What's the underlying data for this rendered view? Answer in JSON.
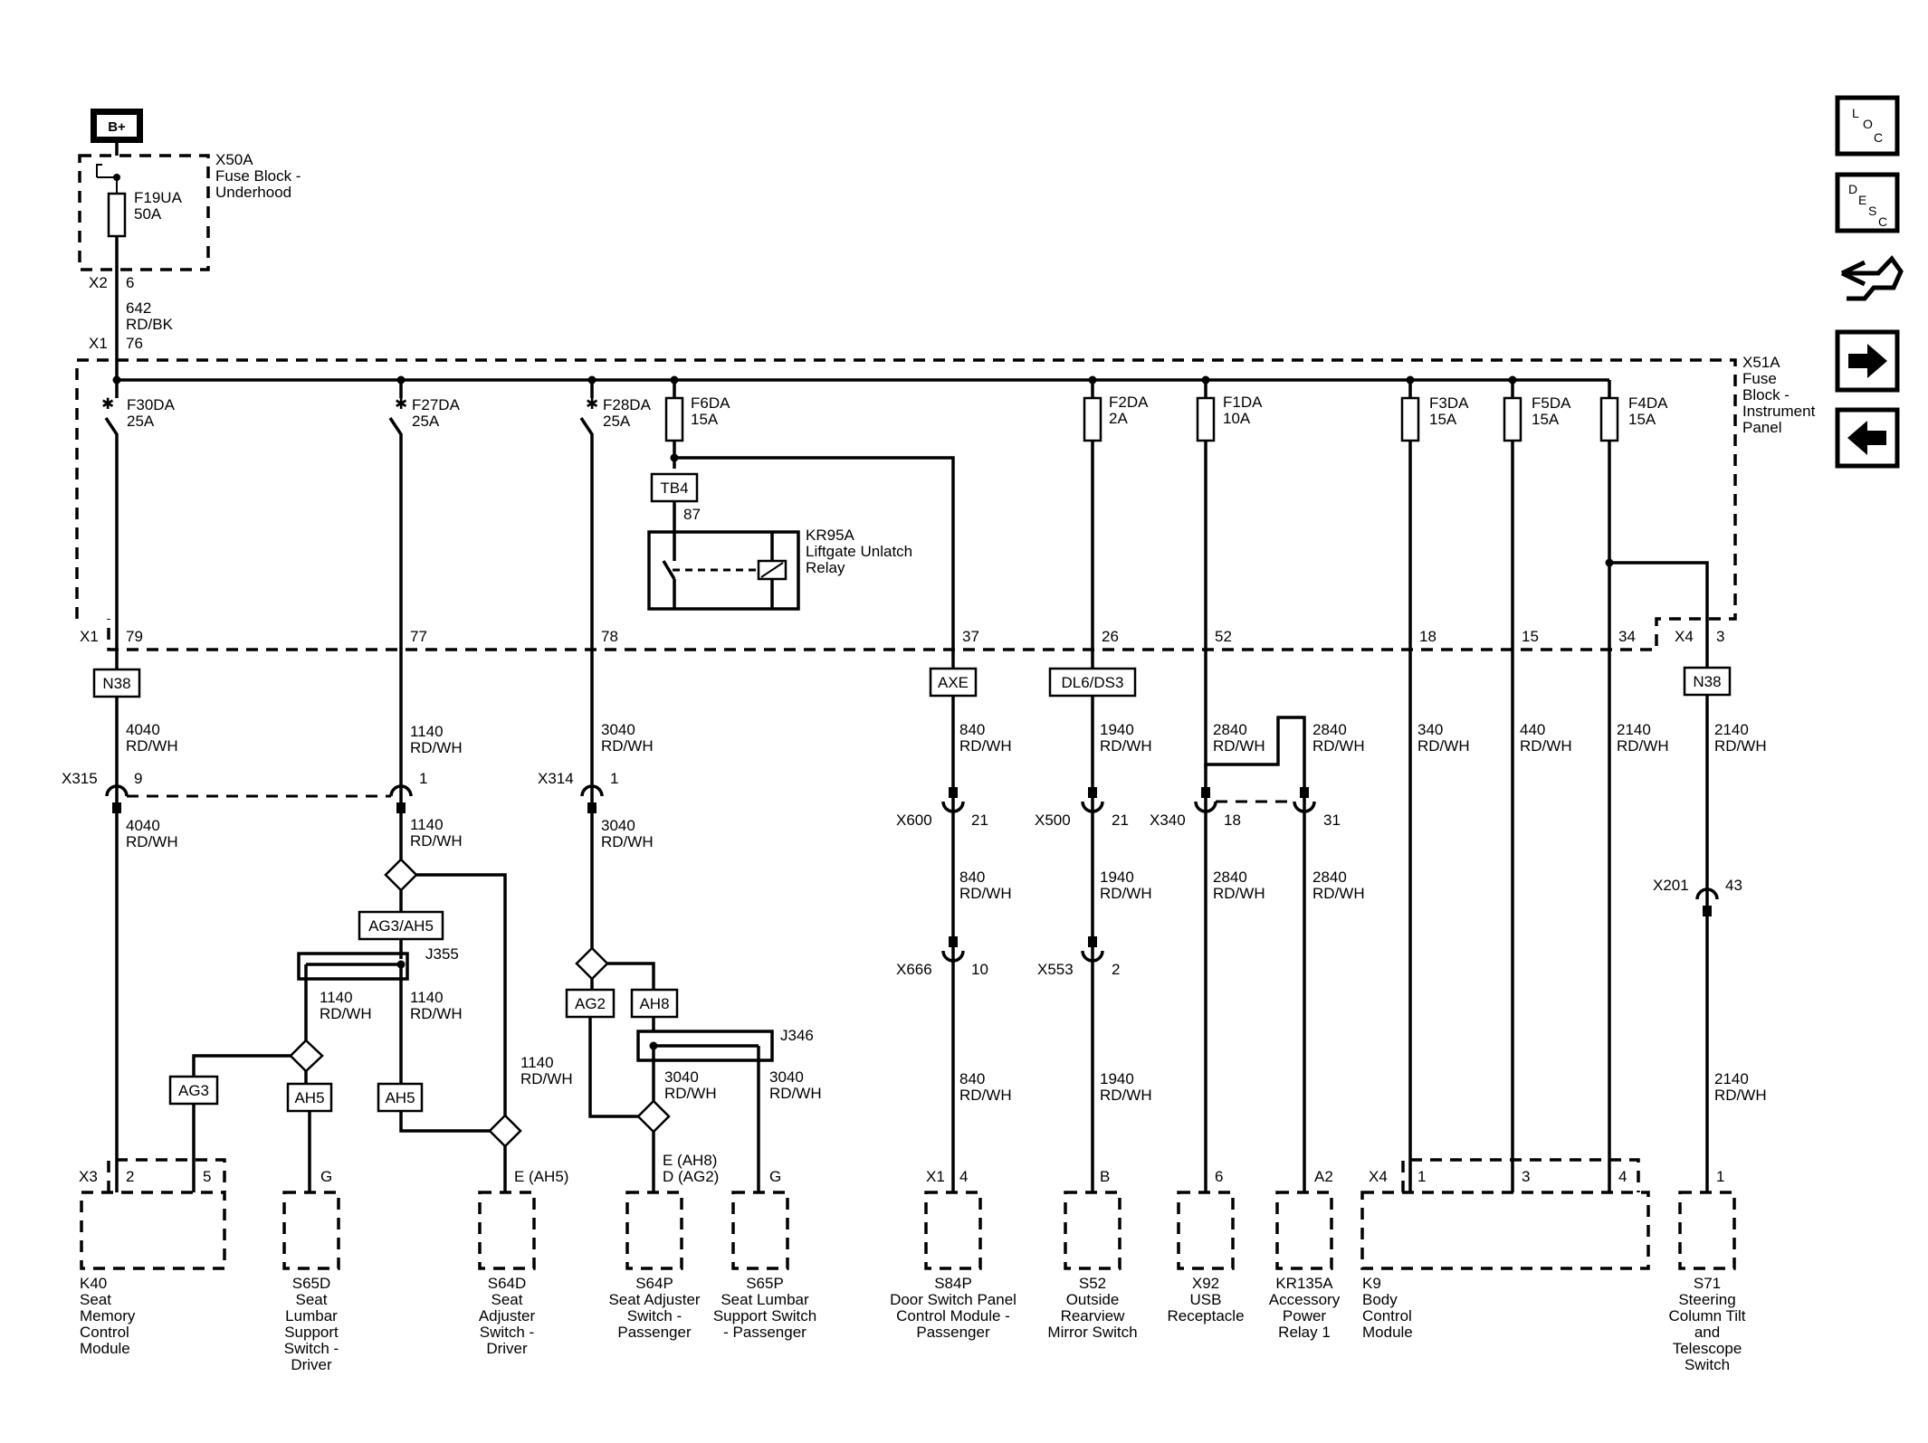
{
  "battery": "B+",
  "fuse_block_underhood": {
    "id": "X50A",
    "name_lines": [
      "Fuse Block -",
      "Underhood"
    ],
    "fuse_id": "F19UA",
    "fuse_rating": "50A",
    "conn_x2": "X2",
    "pin_x2": "6",
    "conn_x1": "X1",
    "pin_x1": "76"
  },
  "feed_wire": {
    "circuit": "642",
    "color": "RD/BK"
  },
  "fuse_block_ip": {
    "id": "X51A",
    "name_lines": [
      "Fuse",
      "Block -",
      "Instrument",
      "Panel"
    ],
    "conn_x1": "X1",
    "conn_x4": "X4",
    "pin_x4": "3"
  },
  "fuses": [
    {
      "id": "F30DA",
      "rating": "25A",
      "pin": "79"
    },
    {
      "id": "F27DA",
      "rating": "25A",
      "pin": "77"
    },
    {
      "id": "F28DA",
      "rating": "25A",
      "pin": "78"
    },
    {
      "id": "F6DA",
      "rating": "15A",
      "pin": "37"
    },
    {
      "id": "F2DA",
      "rating": "2A",
      "pin": "26"
    },
    {
      "id": "F1DA",
      "rating": "10A",
      "pin": "52"
    },
    {
      "id": "F3DA",
      "rating": "15A",
      "pin": "18"
    },
    {
      "id": "F5DA",
      "rating": "15A",
      "pin": "15"
    },
    {
      "id": "F4DA",
      "rating": "15A",
      "pin": "34"
    }
  ],
  "relay": {
    "tb": "TB4",
    "pin": "87",
    "id": "KR95A",
    "name_lines": [
      "Liftgate Unlatch",
      "Relay"
    ]
  },
  "options": {
    "n38a": "N38",
    "n38b": "N38",
    "axe": "AXE",
    "dl6": "DL6/DS3",
    "ag3ah5": "AG3/AH5",
    "ag3": "AG3",
    "ah5a": "AH5",
    "ah5b": "AH5",
    "ag2": "AG2",
    "ah8": "AH8"
  },
  "splices": {
    "j355": "J355",
    "j346": "J346"
  },
  "wires": {
    "c4040": "4040",
    "c1140": "1140",
    "c3040": "3040",
    "c840": "840",
    "c1940": "1940",
    "c2840": "2840",
    "c340": "340",
    "c440": "440",
    "c2140": "2140",
    "color": "RD/WH"
  },
  "inline_connectors": {
    "x315": "X315",
    "x315_pin": "9",
    "x315_pin2": "1",
    "x314": "X314",
    "x314_pin": "1",
    "x600": "X600",
    "x600_pin": "21",
    "x500": "X500",
    "x500_pin": "21",
    "x340": "X340",
    "x340_pin": "18",
    "x340_pin2": "31",
    "x666": "X666",
    "x666_pin": "10",
    "x553": "X553",
    "x553_pin": "2",
    "x201": "X201",
    "x201_pin": "43"
  },
  "component_pins": {
    "k40_conn": "X3",
    "k40_p1": "2",
    "k40_p2": "5",
    "s65d": "G",
    "s64d": "E (AH5)",
    "s64p_a": "E (AH8)",
    "s64p_b": "D (AG2)",
    "s65p": "G",
    "s84p_conn": "X1",
    "s84p": "4",
    "s52": "B",
    "x92": "6",
    "kr135a": "A2",
    "k9_conn": "X4",
    "k9_p1": "1",
    "k9_p2": "3",
    "k9_p3": "4",
    "s71": "1"
  },
  "components": {
    "k40": [
      "K40",
      "Seat",
      "Memory",
      "Control",
      "Module"
    ],
    "s65d": [
      "S65D",
      "Seat",
      "Lumbar",
      "Support",
      "Switch -",
      "Driver"
    ],
    "s64d": [
      "S64D",
      "Seat",
      "Adjuster",
      "Switch -",
      "Driver"
    ],
    "s64p": [
      "S64P",
      "Seat Adjuster",
      "Switch -",
      "Passenger"
    ],
    "s65p": [
      "S65P",
      "Seat Lumbar",
      "Support Switch",
      "- Passenger"
    ],
    "s84p": [
      "S84P",
      "Door Switch Panel",
      "Control Module -",
      "Passenger"
    ],
    "s52": [
      "S52",
      "Outside",
      "Rearview",
      "Mirror Switch"
    ],
    "x92": [
      "X92",
      "USB",
      "Receptacle"
    ],
    "kr135a": [
      "KR135A",
      "Accessory",
      "Power",
      "Relay 1"
    ],
    "k9": [
      "K9",
      "Body",
      "Control",
      "Module"
    ],
    "s71": [
      "S71",
      "Steering",
      "Column Tilt",
      "and",
      "Telescope",
      "Switch"
    ]
  },
  "nav": {
    "loc": [
      "L",
      "O",
      "C"
    ],
    "desc": [
      "D",
      "E",
      "S",
      "C"
    ],
    "icons": [
      "ground-reference-icon",
      "arrow-right-icon",
      "arrow-left-icon"
    ]
  }
}
